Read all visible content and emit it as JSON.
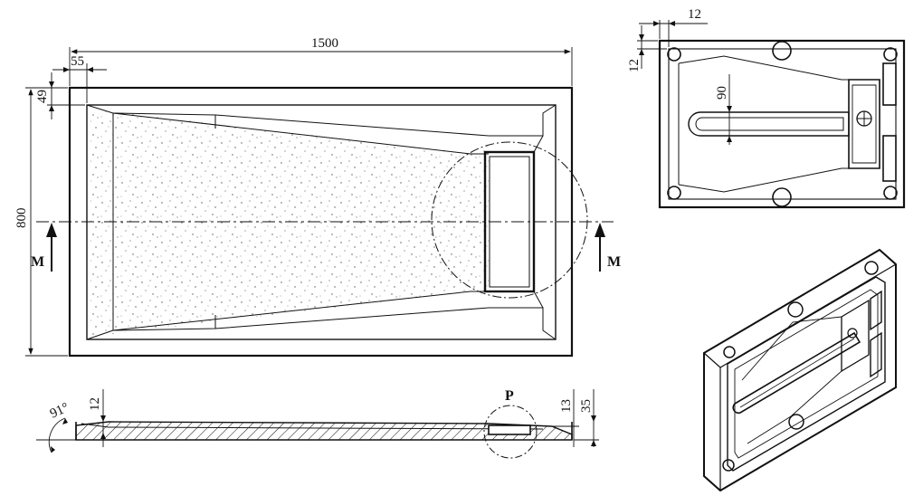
{
  "dimensions": {
    "overall_length": "1500",
    "overall_width": "800",
    "rim_width": "55",
    "rim_offset": "49",
    "slope_angle": "91°",
    "base_thickness": "12",
    "profile_height": "35",
    "edge_height": "13",
    "detail_rim": "12",
    "detail_rim_side": "12",
    "detail_channel": "90"
  },
  "labels": {
    "section_left": "M",
    "section_right": "M",
    "detail_marker": "P"
  }
}
